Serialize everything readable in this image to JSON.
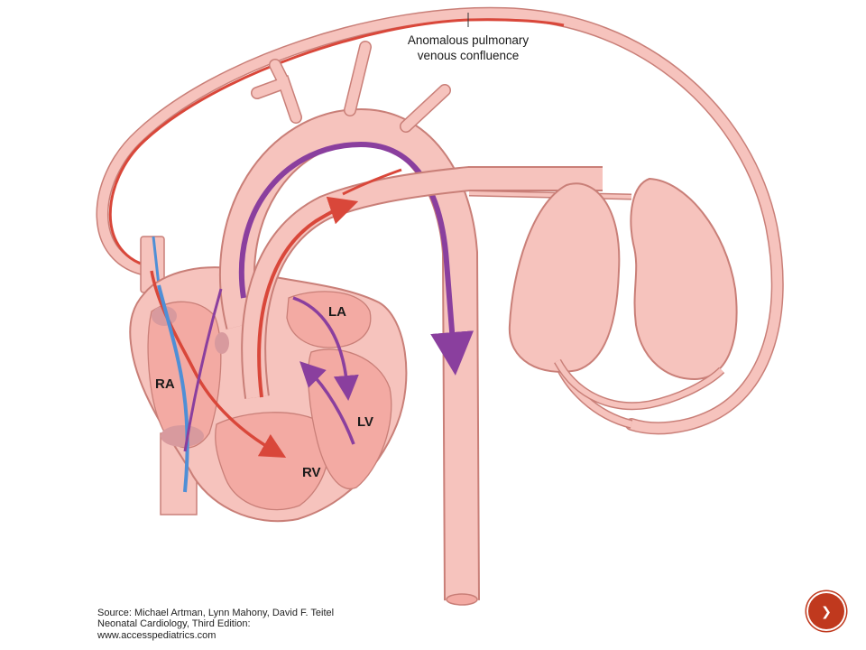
{
  "diagram": {
    "callout": {
      "line1": "Anomalous pulmonary",
      "line2": "venous confluence"
    },
    "chambers": {
      "ra": "RA",
      "rv": "RV",
      "la": "LA",
      "lv": "LV"
    },
    "colors": {
      "tissue": "#f6c3bd",
      "tissue_outline": "#c97f78",
      "oxygenated_flow": "#d9473a",
      "mixed_flow": "#8a3f9e",
      "deoxygenated_flow": "#4f8fd6"
    }
  },
  "source": {
    "line1": "Source: Michael Artman, Lynn Mahony, David F. Teitel",
    "line2": "Neonatal Cardiology, Third Edition:",
    "line3": "www.accesspediatrics.com"
  },
  "nav": {
    "icon": "next-slide-icon",
    "glyph": "❯"
  }
}
